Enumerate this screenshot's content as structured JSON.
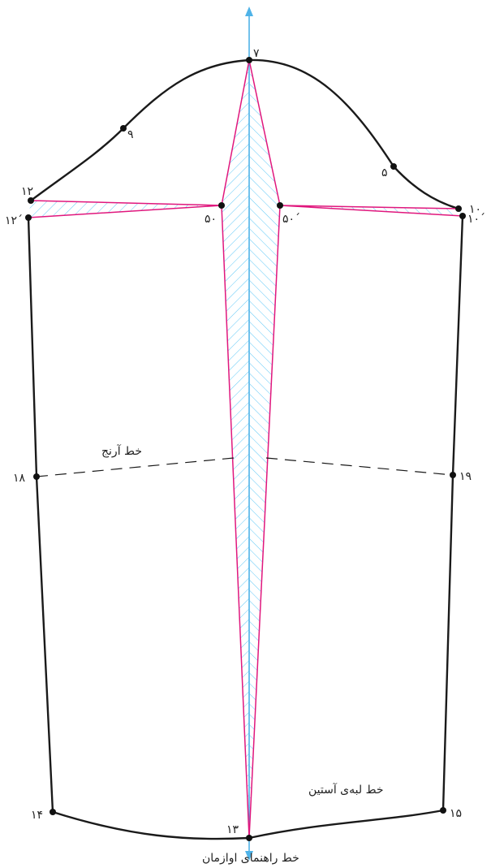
{
  "points": {
    "p7": "۷",
    "p9": "۹",
    "p5": "۵",
    "p12": "۱۲",
    "p12p": "۱۲´",
    "p10": "۱۰",
    "p10p": "۱۰´",
    "p50": "۵۰",
    "p50p": "۵۰´",
    "p18": "۱۸",
    "p19": "۱۹",
    "p14": "۱۴",
    "p13": "۱۳",
    "p15": "۱۵"
  },
  "labels": {
    "elbow_line": "خط آرنج",
    "hem_line": "خط لبه‌ی آستین",
    "grain_line": "خط راهنمای اوازمان"
  },
  "colors": {
    "outline": "#1a1a1a",
    "dart": "#e0177d",
    "hatch": "#4fc3f7",
    "grain": "#4fb3e8"
  }
}
